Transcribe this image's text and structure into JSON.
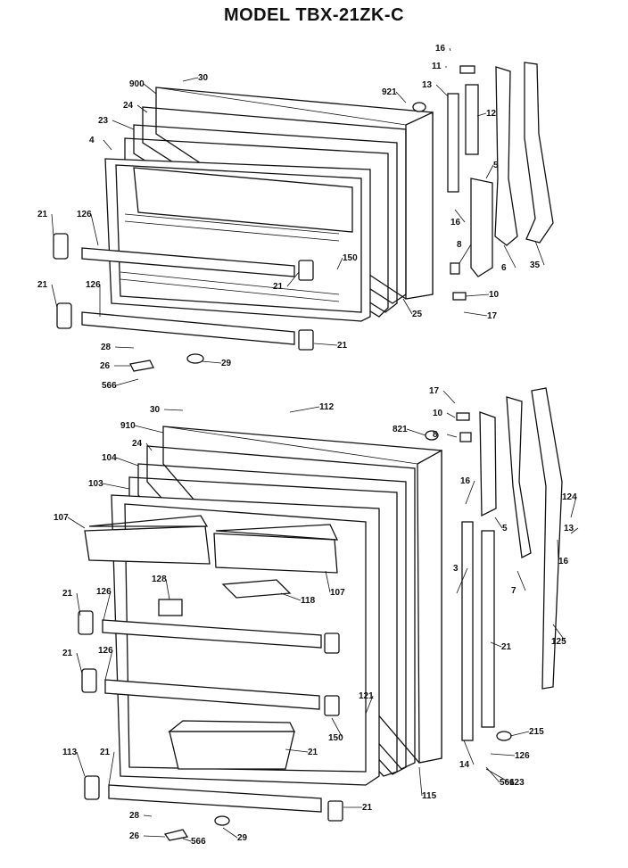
{
  "title": "MODEL TBX-21ZK-C",
  "labels": {
    "top": [
      "16",
      "11",
      "30",
      "900",
      "921",
      "13",
      "12",
      "24",
      "23",
      "4",
      "5",
      "21",
      "126",
      "16",
      "8",
      "150",
      "21",
      "25",
      "6",
      "35",
      "21",
      "126",
      "10",
      "17",
      "28",
      "21",
      "26",
      "29",
      "566"
    ],
    "bottom": [
      "30",
      "112",
      "17",
      "910",
      "821",
      "10",
      "8",
      "24",
      "104",
      "103",
      "16",
      "107",
      "124",
      "13",
      "5",
      "16",
      "3",
      "7",
      "21",
      "126",
      "128",
      "118",
      "107",
      "21",
      "126",
      "21",
      "125",
      "121",
      "150",
      "21",
      "215",
      "113",
      "21",
      "126",
      "123",
      "14",
      "566",
      "28",
      "115",
      "21",
      "26",
      "566",
      "29"
    ]
  }
}
